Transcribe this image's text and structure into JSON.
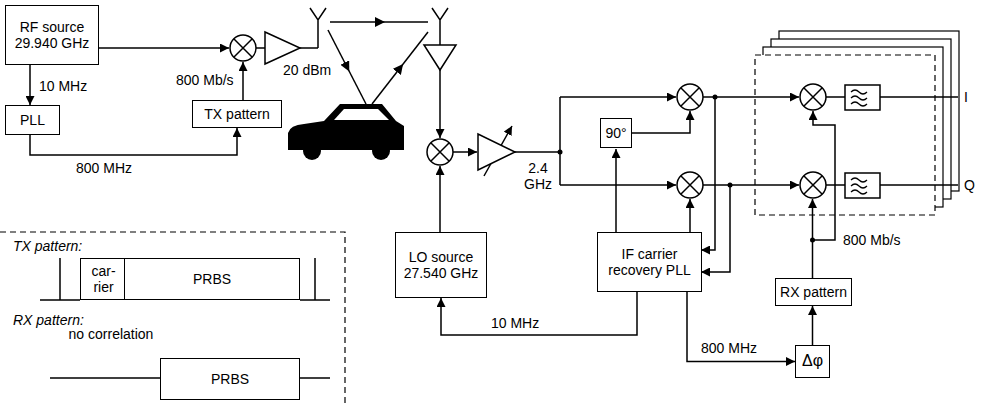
{
  "diagram": {
    "nodes": [
      {
        "text": [
          "RF source 29.940 GHz"
        ]
      },
      {
        "text": [
          "PLL"
        ]
      },
      {
        "text": [
          "TX pattern"
        ]
      },
      {
        "text": [
          "LO source 27.540 GHz"
        ]
      },
      {
        "text": [
          "90°"
        ]
      },
      {
        "text": [
          "IF carrier recovery PLL"
        ]
      },
      {
        "text": [
          "RX pattern"
        ]
      },
      {
        "text": [
          "Δφ"
        ]
      },
      {
        "text": [
          "car- rier"
        ]
      },
      {
        "text": [
          "PRBS"
        ]
      },
      {
        "text": [
          "PRBS"
        ]
      }
    ],
    "edges": [
      {
        "from": 0,
        "to": 1,
        "arrow": "to",
        "label": "10 MHz"
      },
      {
        "from": 1,
        "to": 2,
        "arrow": "to",
        "label": "800 MHz"
      },
      {
        "from": 5,
        "to": 3,
        "arrow": "to",
        "label": "10 MHz"
      },
      {
        "from": 5,
        "to": 7,
        "arrow": "to",
        "label": "800 MHz"
      },
      {
        "from": 7,
        "to": 6,
        "arrow": "to"
      }
    ],
    "labels": [
      "800 Mb/s",
      "20 dBm",
      "2.4 GHz",
      "800 Mb/s",
      "I",
      "Q",
      "TX pattern:",
      "RX pattern:",
      "no correlation"
    ]
  }
}
